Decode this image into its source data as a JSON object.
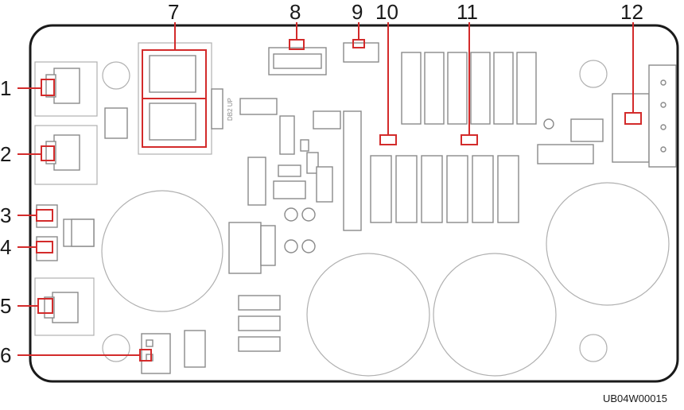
{
  "figure": {
    "callouts": [
      {
        "num": "1"
      },
      {
        "num": "2"
      },
      {
        "num": "3"
      },
      {
        "num": "4"
      },
      {
        "num": "5"
      },
      {
        "num": "6"
      },
      {
        "num": "7"
      },
      {
        "num": "8"
      },
      {
        "num": "9"
      },
      {
        "num": "10"
      },
      {
        "num": "11"
      },
      {
        "num": "12"
      }
    ],
    "figure_code": "UB04W00015",
    "silkscreen": "DB2 UP",
    "colors": {
      "callout": "#d32b2b",
      "outline": "#1a1a1a",
      "component": "#8a8a8a",
      "background": "#ffffff"
    }
  }
}
